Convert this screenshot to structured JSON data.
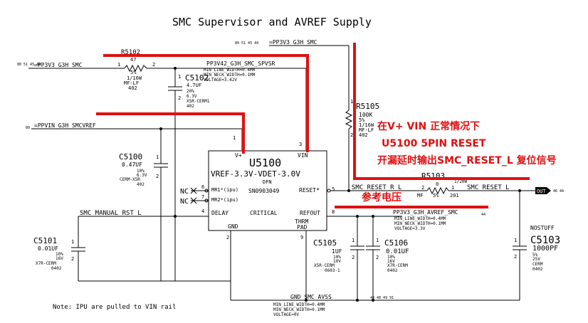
{
  "title": "SMC Supervisor and AVREF Supply",
  "chip": {
    "ref": "U5100",
    "part": "VREF-3.3V-VDET-3.0V",
    "pkg": "DFN",
    "pn": "SN0903049",
    "pin_vplus": "V+",
    "pin_vin": "VIN",
    "pin_mr1": "MR1*(ipu)",
    "pin_mr2": "MR2*(ipu)",
    "pin_reset": "RESET*",
    "pin_delay": "DELAY",
    "pin_critical": "CRITICAL",
    "pin_refout": "REFOUT",
    "pin_gnd": "GND",
    "pin_thrm": "THRM",
    "pin_pad": "PAD",
    "n1": "1",
    "n3": "3",
    "n4": "4",
    "n5": "5",
    "n6": "6",
    "n7": "7",
    "n8": "8",
    "n2": "2",
    "n9": "9",
    "nc": "NC"
  },
  "nets": {
    "pp3v3_top": "=PP3V3_G3H_SMC",
    "pp3v3_top_pre": "80 51 45 44",
    "pp3v3_left": "=PP3V3_G3H_SMC",
    "pp3v3_left_pre": "80 51 45 44",
    "ppvin": "=PPVIN_G3H_SMCVREF",
    "ppvin_pre": "80",
    "spvsr": "PP3V42_G3H_SMC_SPVSR",
    "spvsr_l1": "MIN_LINE_WIDTH=0.4MM",
    "spvsr_l2": "MIN_NECK_WIDTH=0.1MM",
    "spvsr_l3": "VOLTAGE=3.42V",
    "reset_r_l": "SMC_RESET_R_L",
    "reset_l": "SMC_RESET_L",
    "out_flag": "OUT",
    "out_refs": "46 44",
    "manual_rst": "SMC_MANUAL_RST_L",
    "avref": "PP3V3_G3H_AVREF_SMC",
    "avref_refs": "44",
    "avref_l1": "MIN_LINE_WIDTH=0.4MM",
    "avref_l2": "MIN_NECK_WIDTH=0.1MM",
    "avref_l3": "VOLTAGE=3.3V",
    "gnd": "GND_SMC_AVSS",
    "gnd_refs": "44 48 49 91",
    "gnd_l1": "MIN_LINE_WIDTH=0.4MM",
    "gnd_l2": "MIN_NECK_WIDTH=0.1MM",
    "gnd_l3": "VOLTAGE=0V"
  },
  "parts": {
    "r5102": {
      "ref": "R5102",
      "v1": "47",
      "v2": "5%",
      "v3": "1/16W",
      "v4": "MF-LF",
      "v5": "402",
      "p1": "1",
      "p2": "2"
    },
    "c5102": {
      "ref": "C5102",
      "v1": "4.7UF",
      "v2": "20%",
      "v3": "6.3V",
      "v4": "X5R-CERM1",
      "v5": "402",
      "p1": "1",
      "p2": "2"
    },
    "c5100": {
      "ref": "C5100",
      "v1": "0.47UF",
      "v2": "10%",
      "v3": "6.3V",
      "v4": "CERM-X5R",
      "v5": "402",
      "p1": "1",
      "p2": "2"
    },
    "c5101": {
      "ref": "C5101",
      "v1": "0.01UF",
      "v2": "10%",
      "v3": "16V",
      "v4": "X7R-CERM",
      "v5": "0402",
      "p1": "1",
      "p2": "2"
    },
    "r5105": {
      "ref": "R5105",
      "v1": "100K",
      "v2": "5%",
      "v3": "1/16W",
      "v4": "MF-LF",
      "v5": "402",
      "p1": "1",
      "p2": "2"
    },
    "r5103": {
      "ref": "R5103",
      "v1": "0",
      "v2": "5%",
      "v3": "MF",
      "v4": "201",
      "v5": "1/20W",
      "p1": "2",
      "p2": "1"
    },
    "c5105": {
      "ref": "C5105",
      "v1": "1UF",
      "v2": "10%",
      "v3": "10V",
      "v4": "X5R-CERM",
      "v5": "0603-1",
      "p1": "1",
      "p2": "2"
    },
    "c5106": {
      "ref": "C5106",
      "v1": "0.01UF",
      "v2": "10%",
      "v3": "16V",
      "v4": "X7R-CERM",
      "v5": "0402",
      "p1": "1",
      "p2": "2"
    },
    "c5103": {
      "ref": "C5103",
      "stuff": "NOSTUFF",
      "v1": "1000PF",
      "v2": "5%",
      "v3": "25V",
      "v4": "CERM",
      "v5": "0402",
      "p1": "1",
      "p2": "2"
    }
  },
  "annotations": {
    "line1": "在V+ VIN 正常情况下",
    "line2": "U5100  5PIN RESET",
    "line3": "开漏延时输出SMC_RESET_L  复位信号",
    "ref_voltage": "参考电压"
  },
  "note": "Note: IPU are pulled to VIN rail",
  "colors": {
    "annotation": "#e01010",
    "line": "#000000",
    "background": "#ffffff"
  }
}
